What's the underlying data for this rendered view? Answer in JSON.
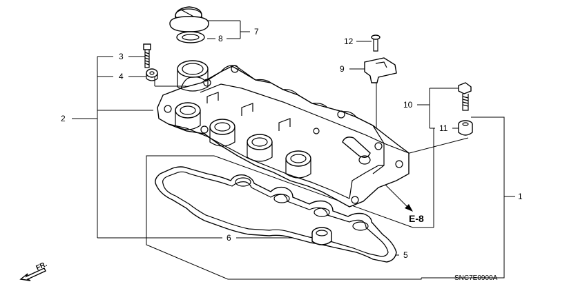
{
  "diagram": {
    "callouts": {
      "c1": "1",
      "c2": "2",
      "c3": "3",
      "c4": "4",
      "c5": "5",
      "c6": "6",
      "c7": "7",
      "c8": "8",
      "c9": "9",
      "c10": "10",
      "c11": "11",
      "c12": "12"
    },
    "reference": "E-8",
    "direction_label": "FR.",
    "diagram_code": "SNC7E0900A"
  }
}
